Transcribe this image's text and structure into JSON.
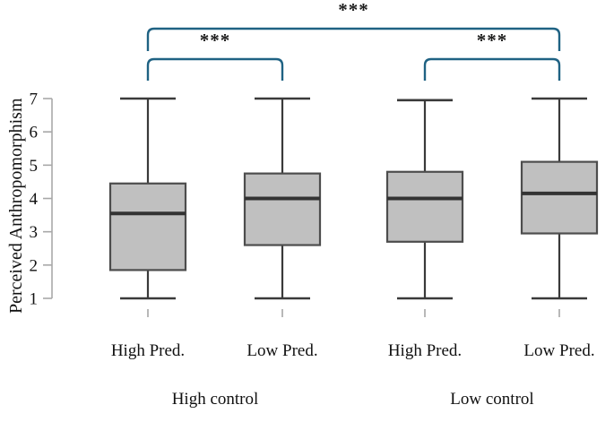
{
  "chart_data": {
    "type": "box",
    "title": "",
    "xlabel": "",
    "ylabel": "Perceived Anthropomorphism",
    "ylim": [
      1,
      7
    ],
    "yticks": [
      1,
      2,
      3,
      4,
      5,
      6,
      7
    ],
    "ytick_labels": [
      "1",
      "2",
      "3",
      "4",
      "5",
      "6",
      "7"
    ],
    "grid": false,
    "legend": "none",
    "group_labels": [
      "High control",
      "Low control"
    ],
    "categories": [
      "High Pred.",
      "Low Pred.",
      "High Pred.",
      "Low Pred."
    ],
    "boxes": [
      {
        "label": "High Pred.",
        "group": "High control",
        "whisker_low": 1.0,
        "q1": 1.85,
        "median": 3.55,
        "q3": 4.45,
        "whisker_high": 7.0
      },
      {
        "label": "Low Pred.",
        "group": "High control",
        "whisker_low": 1.0,
        "q1": 2.6,
        "median": 4.0,
        "q3": 4.75,
        "whisker_high": 7.0
      },
      {
        "label": "High Pred.",
        "group": "Low control",
        "whisker_low": 1.0,
        "q1": 2.7,
        "median": 4.0,
        "q3": 4.8,
        "whisker_high": 6.95
      },
      {
        "label": "Low Pred.",
        "group": "Low control",
        "whisker_low": 1.0,
        "q1": 2.95,
        "median": 4.15,
        "q3": 5.1,
        "whisker_high": 7.0
      }
    ],
    "significance_brackets": [
      {
        "id": "top",
        "from_box": 0,
        "to_box": 3,
        "stars": "***"
      },
      {
        "id": "left",
        "from_box": 0,
        "to_box": 1,
        "stars": "***"
      },
      {
        "id": "right",
        "from_box": 2,
        "to_box": 3,
        "stars": "***"
      }
    ],
    "colors": {
      "box_fill": "#c0c0c0",
      "box_edge": "#4d4d4d",
      "median": "#333333",
      "whisker": "#3a3a3a",
      "axis": "#a8a8a8",
      "bracket": "#1f6283",
      "text": "#111111",
      "background": "#ffffff"
    }
  }
}
